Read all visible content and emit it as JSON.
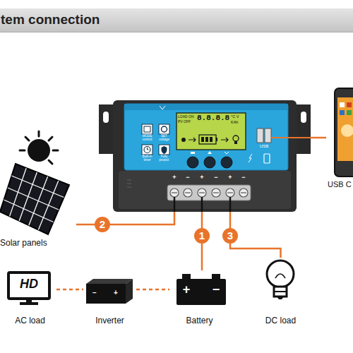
{
  "diagram": {
    "title": "tem connection",
    "nodes": [
      {
        "text": [
          "LOAD ON",
          "PV OFF",
          "8.8.8.8",
          "°C V",
          "KAh"
        ]
      },
      {
        "text": [
          "USB C"
        ]
      },
      {
        "text": [
          "Solar panels"
        ]
      },
      {
        "text": [
          "HD",
          "AC load"
        ]
      },
      {
        "text": [
          "Inverter"
        ]
      },
      {
        "text": [
          "Battery"
        ]
      },
      {
        "text": [
          "DC load"
        ]
      }
    ],
    "edges": [
      {
        "from": 2,
        "to": 0,
        "arrow": "none",
        "label": "2"
      },
      {
        "from": 5,
        "to": 0,
        "arrow": "none",
        "label": "1"
      },
      {
        "from": 6,
        "to": 0,
        "arrow": "none",
        "label": "3"
      },
      {
        "from": 0,
        "to": 1,
        "arrow": "none"
      },
      {
        "from": 3,
        "to": 4,
        "arrow": "none"
      },
      {
        "from": 4,
        "to": 5,
        "arrow": "none"
      }
    ],
    "labels": [
      "MODE control",
      "SET voltage",
      "Built-in timer",
      "Fully protect",
      "USB",
      "+",
      "−",
      "+",
      "−",
      "+",
      "−",
      "+",
      "−",
      "−",
      "+"
    ]
  }
}
